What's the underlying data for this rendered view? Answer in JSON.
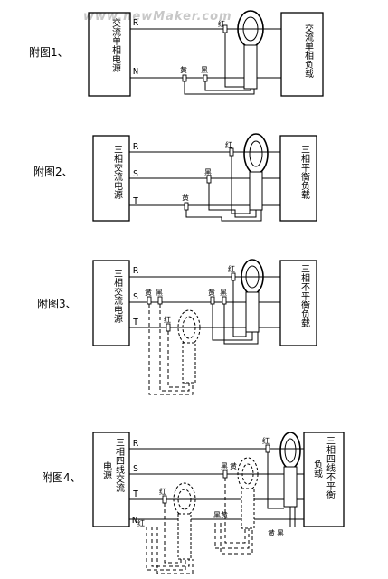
{
  "watermark": "www.newMaker.com",
  "figures": [
    {
      "label": "附图1、",
      "source": "交流单相电源",
      "load": "交流单相负载",
      "phases": [
        "R",
        "N"
      ],
      "colors": {
        "red": "红",
        "yellow": "黄",
        "black": "黑"
      }
    },
    {
      "label": "附图2、",
      "source": "三相交流电源",
      "load": "三相平衡负载",
      "phases": [
        "R",
        "S",
        "T"
      ],
      "colors": {
        "red": "红",
        "black": "黑",
        "yellow": "黄"
      }
    },
    {
      "label": "附图3、",
      "source": "三相交流电源",
      "load": "三相不平衡负载",
      "phases": [
        "R",
        "S",
        "T"
      ],
      "colors": {
        "red": "红",
        "red2": "红",
        "yellow": "黄",
        "black": "黑",
        "yellow2": "黄",
        "black2": "黑"
      }
    },
    {
      "label": "附图4、",
      "source_line1": "三相四线交流",
      "source_line2": "电源",
      "load_line1": "三相四线不平衡",
      "load_line2": "负载",
      "phases": [
        "R",
        "S",
        "T",
        "N"
      ],
      "colors": {
        "red_r": "红",
        "red_s": "红",
        "red_t": "红",
        "black_s": "黑",
        "yellow_s": "黄",
        "black_t": "黑",
        "yellow_t": "黄",
        "black_n": "黑",
        "yellow_n": "黄"
      }
    }
  ]
}
